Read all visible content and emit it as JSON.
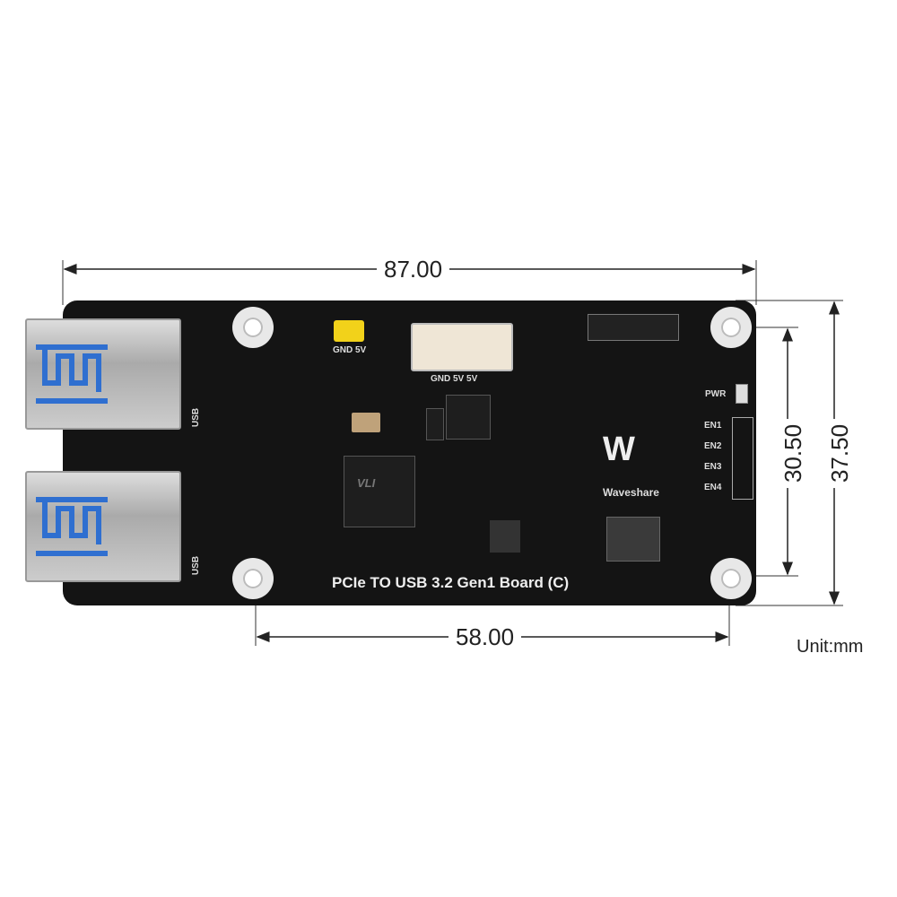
{
  "dimensions": {
    "width_total": "87.00",
    "hole_spacing_horizontal": "58.00",
    "hole_spacing_vertical": "30.50",
    "height_total": "37.50",
    "unit": "Unit:mm"
  },
  "board": {
    "title": "PCIe TO USB 3.2 Gen1 Board (C)",
    "brand": "Waveshare",
    "jumper_label": "GND 5V",
    "fan_header_label": "GND 5V 5V",
    "pwr_label": "PWR",
    "usb_labels": [
      "USB",
      "USB"
    ],
    "en_pins": [
      "EN1",
      "EN2",
      "EN3",
      "EN4"
    ],
    "chip_marking": "VLI"
  },
  "colors": {
    "board": "#141414",
    "usb_blue": "#2f6fd0",
    "jumper": "#f2d21a"
  }
}
